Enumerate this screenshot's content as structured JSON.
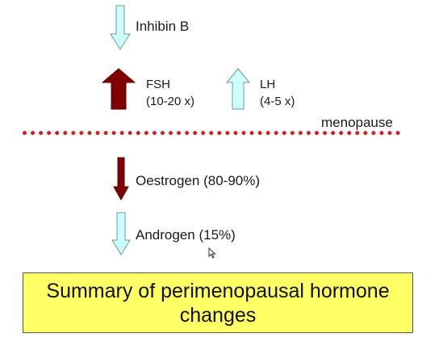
{
  "hormones": {
    "inhibin_b": {
      "label": "Inhibin B",
      "direction": "down"
    },
    "fsh": {
      "label": "FSH",
      "detail": "(10-20 x)",
      "direction": "up"
    },
    "lh": {
      "label": "LH",
      "detail": "(4-5 x)",
      "direction": "up"
    },
    "oestrogen": {
      "label": "Oestrogen (80-90%)",
      "direction": "down"
    },
    "androgen": {
      "label": "Androgen (15%)",
      "direction": "down"
    }
  },
  "divider": {
    "label": "menopause"
  },
  "summary": {
    "text": "Summary of perimenopausal hormone changes"
  },
  "colors": {
    "pale_arrow_fill": "#ccffff",
    "pale_arrow_stroke": "#6c9a9a",
    "dark_arrow_fill": "#800000",
    "dotted_line": "#d42020",
    "summary_bg": "#ffff66"
  }
}
